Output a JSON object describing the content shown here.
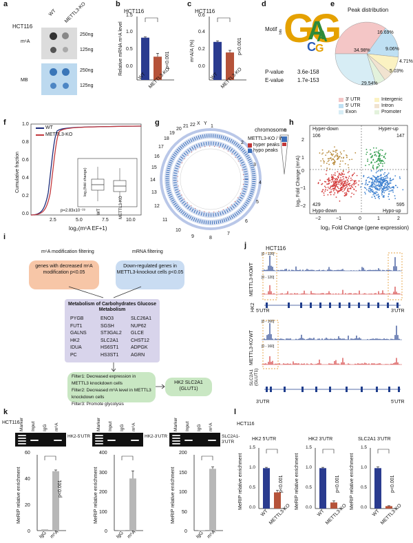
{
  "panels": {
    "a": "a",
    "b": "b",
    "c": "c",
    "d": "d",
    "e": "e",
    "f": "f",
    "g": "g",
    "h": "h",
    "i": "i",
    "j": "j",
    "k": "k",
    "l": "l"
  },
  "a": {
    "cell": "HCT116",
    "cols": [
      "WT",
      "METTL3-KO"
    ],
    "m6a": "m⁶A",
    "mb": "MB",
    "amounts": [
      "250ng",
      "125ng",
      "250ng",
      "125ng"
    ]
  },
  "b": {
    "cell": "HCT116",
    "ylabel": "Relative mRNA m⁶A level",
    "p": "p<0.001",
    "yticks": [
      "1.5",
      "1.0",
      "0.5",
      "0.0"
    ],
    "cats": [
      "WT",
      "METTL3-KO"
    ]
  },
  "c": {
    "cell": "HCT116",
    "ylabel": "m⁶A/A (%)",
    "p": "p<0.001",
    "yticks": [
      "0.6",
      "0.4",
      "0.2",
      "0.0"
    ],
    "cats": [
      "WT",
      "METTL3-KO"
    ]
  },
  "d": {
    "motif": "Motif",
    "pval_label": "P-value",
    "pval": "3.6e-158",
    "eval_label": "E-value",
    "eval": "1.7e-153",
    "bits": "bits"
  },
  "e": {
    "title": "Peak distribution",
    "slices": [
      "34.98%",
      "16.69%",
      "9.06%",
      "4.71%",
      "5.03%",
      "29.54%"
    ],
    "legend": [
      "3' UTR",
      "Intergenic",
      "5' UTR",
      "Intron",
      "Exon",
      "Promoter"
    ]
  },
  "f": {
    "legend": [
      "WT",
      "METTL3-KO"
    ],
    "ylabel": "Cumulative fraction",
    "xlabel": "log₂(m⁶A EF+1)",
    "p": "p=2.83x10⁻²⁸",
    "inset_ylabel": "log₂(fold change)",
    "inset_cats": [
      "WT",
      "METTL3-KO"
    ],
    "yticks": [
      "1.0",
      "0.8",
      "0.6",
      "0.4",
      "0.2",
      "0.0"
    ],
    "xticks": [
      "2.5",
      "5.0",
      "7.5",
      "10.0"
    ]
  },
  "g": {
    "title": "chromosome",
    "n": "n",
    "legend_title": "METTL3-KO / WT",
    "hyper": "hyper peaks",
    "hypo": "hypo peaks",
    "chroms": [
      "1",
      "2",
      "3",
      "4",
      "5",
      "6",
      "7",
      "8",
      "9",
      "10",
      "11",
      "12",
      "13",
      "14",
      "15",
      "16",
      "17",
      "18",
      "19",
      "20",
      "21",
      "22",
      "X",
      "Y"
    ]
  },
  "h": {
    "q": [
      "Hyper-down",
      "Hyper-up",
      "Hypo-down",
      "Hypo-up"
    ],
    "n": [
      "106",
      "147",
      "429",
      "595"
    ],
    "ylabel": "log₂ Fold Change (m⁶A)",
    "xlabel": "log₂ Fold Change (gene expression)",
    "xticks": [
      "−2",
      "−1",
      "0",
      "1",
      "2"
    ],
    "yticks": [
      "2",
      "1",
      "0",
      "−1",
      "−2"
    ]
  },
  "i": {
    "h1": "m⁶A modification filtering",
    "h2": "mRNA filtering",
    "b1": "genes with decreased m⁶A modification p<0.05",
    "b2": "Down-regulated genes in METTL3-knockout cells p<0.05",
    "meta": "Metabolism of Carbohydrates Glucose Metabolism",
    "genes": [
      [
        "PYGB",
        "ENO3",
        "SLC26A1"
      ],
      [
        "FUT1",
        "SGSH",
        "NUP62"
      ],
      [
        "GALNS",
        "ST3GAL2",
        "GLCE"
      ],
      [
        "HK2",
        "SLC2A1",
        "CHST12"
      ],
      [
        "IDUA",
        "HS6ST1",
        "ADPGK"
      ],
      [
        "PC",
        "HS3ST1",
        "AGRN"
      ]
    ],
    "f1": "Filter1: Decreased expression in METTL3 knockdown cells",
    "f2": "Filter2: Decreased m⁶A level in METTL3 knockdown cells",
    "f3": "Filter3: Promote glycolysis",
    "out": "HK2 SLC2A1 (GLUT1)"
  },
  "j": {
    "cell": "HCT116",
    "tracks": [
      "WT",
      "METTL3-KO",
      "HK2",
      "WT",
      "METTL3-KO",
      "SLC2A1 (GLUT1)"
    ],
    "ranges": [
      "[0 - 120]",
      "[0 - 120]",
      "[0 - 160]",
      "[0 - 160]"
    ],
    "utr_a": [
      "5'UTR",
      "3'UTR"
    ],
    "utr_b": [
      "3'UTR",
      "5'UTR"
    ]
  },
  "k": {
    "cell": "HCT116",
    "lanes": [
      "Marker",
      "Input",
      "IgG",
      "m⁶A"
    ],
    "genes": [
      "HK2-5'UTR",
      "HK2-3'UTR",
      "SLC2A1-3'UTR"
    ],
    "ylabel": "MeRIP relative enrichment",
    "p": "p<0.001",
    "cats": [
      "IgG",
      "m⁶A"
    ],
    "y1": [
      "60",
      "40",
      "20",
      "0"
    ],
    "y2": [
      "400",
      "300",
      "200",
      "100",
      "0"
    ],
    "y3": [
      "200",
      "150",
      "100",
      "50",
      "0"
    ]
  },
  "l": {
    "cell": "HCT116",
    "titles": [
      "HK2 5'UTR",
      "HK2 3'UTR",
      "SLC2A1 3'UTR"
    ],
    "ylabel": "MeRIP relative enrichment",
    "p": "p<0.001",
    "cats": [
      "WT",
      "METTL3-KO"
    ],
    "yticks": [
      "1.5",
      "1.0",
      "0.5",
      "0.0"
    ]
  },
  "chart_data": [
    {
      "panel": "b",
      "type": "bar",
      "categories": [
        "WT",
        "METTL3-KO"
      ],
      "values": [
        1.0,
        0.55
      ],
      "errors": [
        0.02,
        0.08
      ],
      "ylim": [
        0,
        1.5
      ],
      "ylabel": "Relative mRNA m⁶A level"
    },
    {
      "panel": "c",
      "type": "bar",
      "categories": [
        "WT",
        "METTL3-KO"
      ],
      "values": [
        0.36,
        0.26
      ],
      "errors": [
        0.01,
        0.02
      ],
      "ylim": [
        0,
        0.6
      ],
      "ylabel": "m⁶A/A (%)"
    },
    {
      "panel": "e",
      "type": "pie",
      "labels": [
        "3' UTR",
        "5' UTR",
        "Intergenic",
        "Intron",
        "Promoter",
        "Exon"
      ],
      "values": [
        34.98,
        16.69,
        9.06,
        4.71,
        5.03,
        29.54
      ]
    },
    {
      "panel": "k1",
      "type": "bar",
      "categories": [
        "IgG",
        "m⁶A"
      ],
      "values": [
        1,
        47
      ],
      "errors": [
        0,
        1
      ],
      "ylim": [
        0,
        60
      ]
    },
    {
      "panel": "k2",
      "type": "bar",
      "categories": [
        "IgG",
        "m⁶A"
      ],
      "values": [
        1,
        275
      ],
      "errors": [
        0,
        40
      ],
      "ylim": [
        0,
        400
      ]
    },
    {
      "panel": "k3",
      "type": "bar",
      "categories": [
        "IgG",
        "m⁶A"
      ],
      "values": [
        1,
        163
      ],
      "errors": [
        0,
        5
      ],
      "ylim": [
        0,
        200
      ]
    },
    {
      "panel": "l1",
      "type": "bar",
      "categories": [
        "WT",
        "METTL3-KO"
      ],
      "values": [
        1.0,
        0.4
      ],
      "errors": [
        0.02,
        0.05
      ],
      "ylim": [
        0,
        1.5
      ]
    },
    {
      "panel": "l2",
      "type": "bar",
      "categories": [
        "WT",
        "METTL3-KO"
      ],
      "values": [
        1.0,
        0.15
      ],
      "errors": [
        0.02,
        0.04
      ],
      "ylim": [
        0,
        1.5
      ]
    },
    {
      "panel": "l3",
      "type": "bar",
      "categories": [
        "WT",
        "METTL3-KO"
      ],
      "values": [
        1.0,
        0.06
      ],
      "errors": [
        0.03,
        0.01
      ],
      "ylim": [
        0,
        1.5
      ]
    }
  ],
  "colors": {
    "wt": "#2a3b8f",
    "ko": "#b5533a",
    "gray": "#b7b7b7"
  }
}
